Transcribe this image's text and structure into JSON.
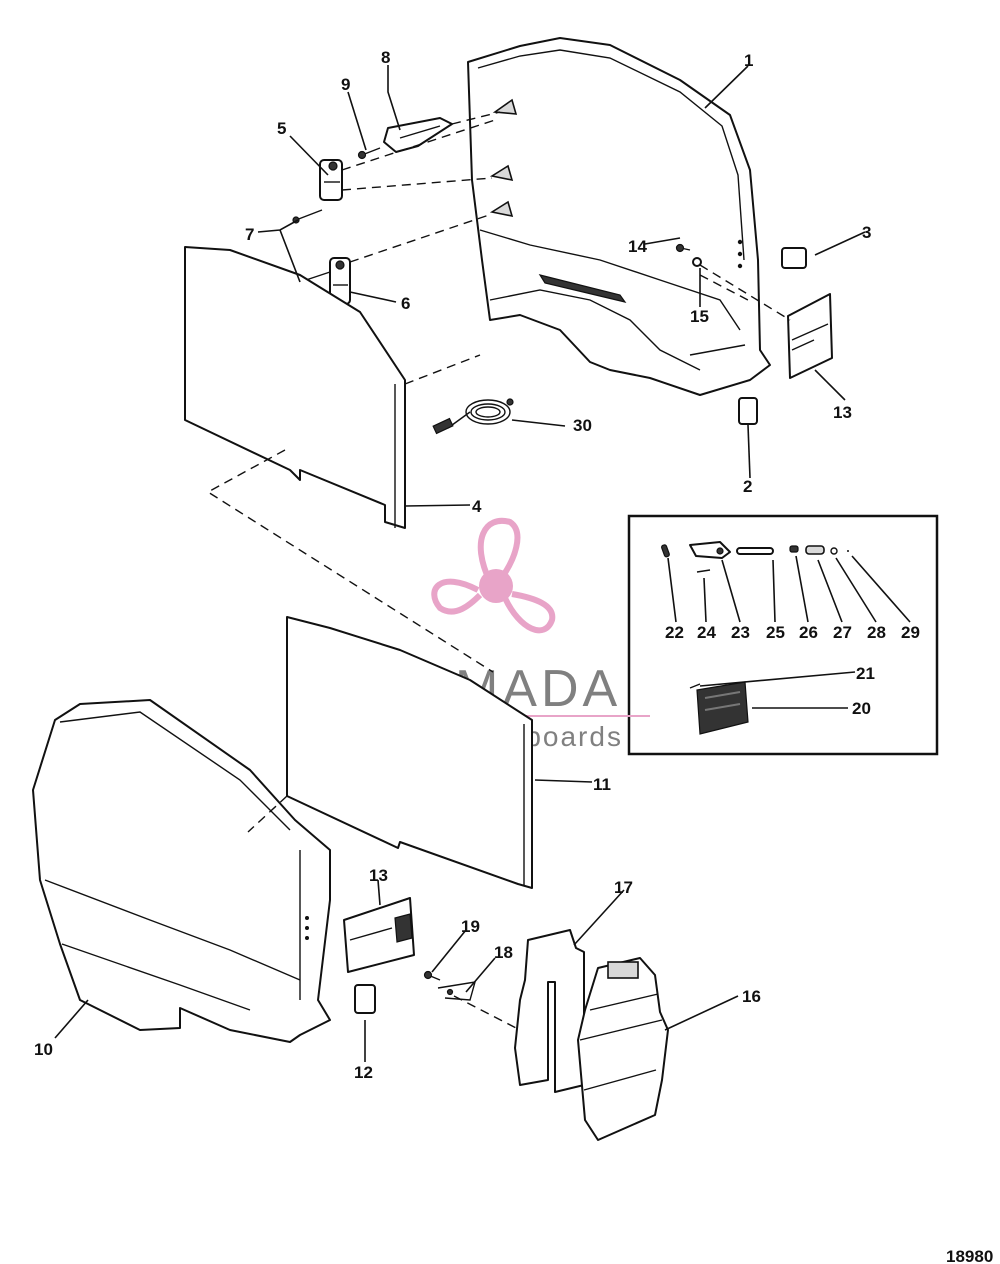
{
  "drawing_number": "18980",
  "watermark": {
    "brand": "ARMADA",
    "tagline": "marine outboards",
    "logo_icon": "propeller-icon",
    "accent_color": "#e8a4c8",
    "text_color": "#808080"
  },
  "callouts": [
    "1",
    "2",
    "3",
    "4",
    "5",
    "6",
    "7",
    "8",
    "9",
    "10",
    "11",
    "12",
    "13",
    "13",
    "14",
    "15",
    "16",
    "17",
    "18",
    "19",
    "20",
    "21",
    "22",
    "23",
    "24",
    "25",
    "26",
    "27",
    "28",
    "29",
    "30"
  ]
}
